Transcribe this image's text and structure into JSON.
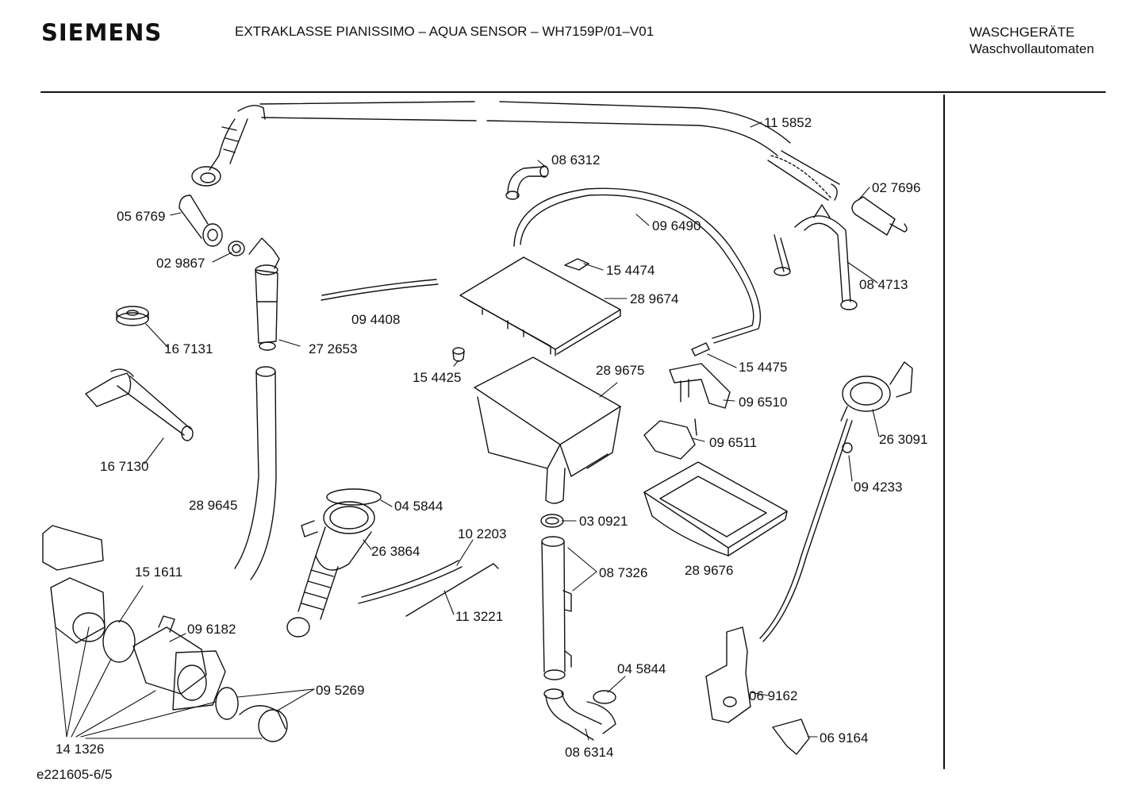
{
  "header": {
    "brand": "SIEMENS",
    "title": "EXTRAKLASSE PIANISSIMO – AQUA SENSOR – WH7159P/01–V01",
    "category_line1": "WASCHGERÄTE",
    "category_line2": "Waschvollautomaten"
  },
  "parts": [
    {
      "id": "p115852",
      "label": "11 5852"
    },
    {
      "id": "p086312",
      "label": "08 6312"
    },
    {
      "id": "p027696",
      "label": "02 7696"
    },
    {
      "id": "p056769",
      "label": "05 6769"
    },
    {
      "id": "p096490",
      "label": "09 6490"
    },
    {
      "id": "p029867",
      "label": "02 9867"
    },
    {
      "id": "p154474",
      "label": "15 4474"
    },
    {
      "id": "p084713",
      "label": "08 4713"
    },
    {
      "id": "p289674",
      "label": "28 9674"
    },
    {
      "id": "p094408",
      "label": "09 4408"
    },
    {
      "id": "p167131",
      "label": "16 7131"
    },
    {
      "id": "p272653",
      "label": "27 2653"
    },
    {
      "id": "p154425",
      "label": "15 4425"
    },
    {
      "id": "p289675",
      "label": "28 9675"
    },
    {
      "id": "p154475",
      "label": "15 4475"
    },
    {
      "id": "p096510",
      "label": "09 6510"
    },
    {
      "id": "p263091",
      "label": "26 3091"
    },
    {
      "id": "p167130",
      "label": "16 7130"
    },
    {
      "id": "p096511",
      "label": "09 6511"
    },
    {
      "id": "p094233",
      "label": "09 4233"
    },
    {
      "id": "p289645",
      "label": "28 9645"
    },
    {
      "id": "p045844a",
      "label": "04 5844"
    },
    {
      "id": "p030921",
      "label": "03 0921"
    },
    {
      "id": "p102203",
      "label": "10 2203"
    },
    {
      "id": "p263864",
      "label": "26 3864"
    },
    {
      "id": "p151611",
      "label": "15 1611"
    },
    {
      "id": "p087326",
      "label": "08 7326"
    },
    {
      "id": "p289676",
      "label": "28 9676"
    },
    {
      "id": "p113221",
      "label": "11 3221"
    },
    {
      "id": "p096182",
      "label": "09 6182"
    },
    {
      "id": "p045844b",
      "label": "04 5844"
    },
    {
      "id": "p095269",
      "label": "09 5269"
    },
    {
      "id": "p069162",
      "label": "06 9162"
    },
    {
      "id": "p141326",
      "label": "14 1326"
    },
    {
      "id": "p086314",
      "label": "08 6314"
    },
    {
      "id": "p069164",
      "label": "06 9164"
    }
  ],
  "footer": {
    "code": "e221605-6/5"
  }
}
